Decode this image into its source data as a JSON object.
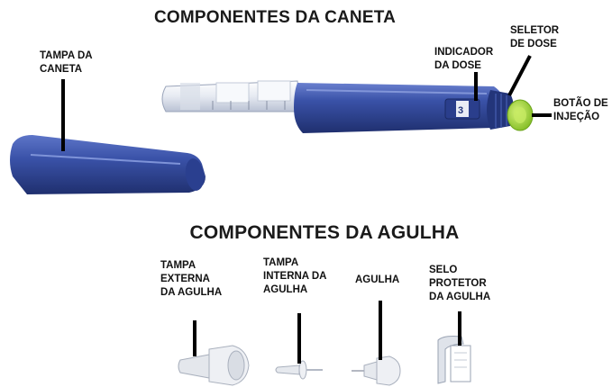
{
  "pen_section": {
    "title": "COMPONENTES DA CANETA",
    "labels": {
      "cap": "TAMPA DA\nCANETA",
      "dose_indicator": "INDICADOR\nDA DOSE",
      "dose_selector": "SELETOR\nDE DOSE",
      "injection_button": "BOTÃO DE\nINJEÇÃO"
    }
  },
  "needle_section": {
    "title": "COMPONENTES DA AGULHA",
    "labels": {
      "outer_cap": "TAMPA\nEXTERNA\nDA AGULHA",
      "inner_cap": "TAMPA\nINTERNA DA\nAGULHA",
      "needle": "AGULHA",
      "seal": "SELO\nPROTETOR\nDA AGULHA"
    }
  },
  "colors": {
    "pen_body": "#3a52a8",
    "pen_dark": "#23357a",
    "button_green": "#9ed53a",
    "window": "#eef1f6"
  }
}
